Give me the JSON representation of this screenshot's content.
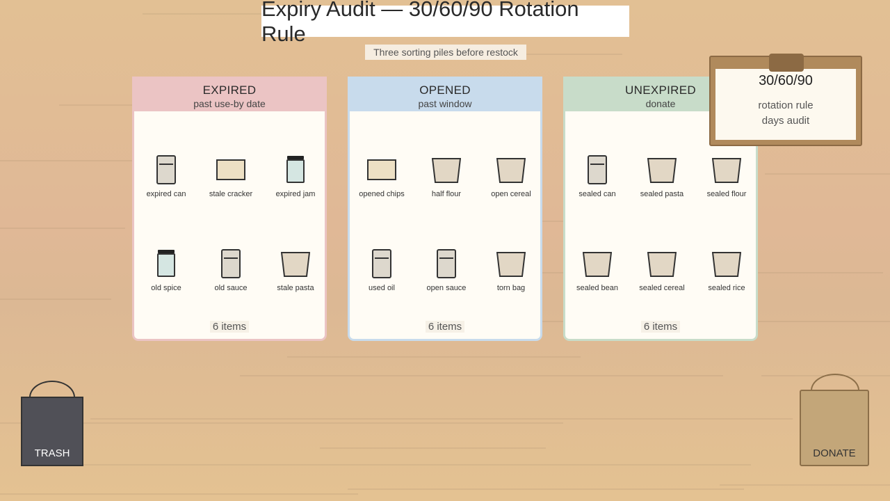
{
  "title": "Expiry Audit — 30/60/90 Rotation Rule",
  "subtitle": "Three sorting piles before restock",
  "piles": [
    {
      "name": "EXPIRED",
      "sub": "past use-by date",
      "count": "6 items",
      "items": [
        {
          "label": "expired can",
          "icon": "can-icon"
        },
        {
          "label": "stale cracker",
          "icon": "box-icon"
        },
        {
          "label": "expired jam",
          "icon": "jar-icon"
        },
        {
          "label": "old spice",
          "icon": "jar-icon"
        },
        {
          "label": "old sauce",
          "icon": "can-icon"
        },
        {
          "label": "stale pasta",
          "icon": "bag-icon"
        }
      ]
    },
    {
      "name": "OPENED",
      "sub": "past window",
      "count": "6 items",
      "items": [
        {
          "label": "opened chips",
          "icon": "box-icon"
        },
        {
          "label": "half flour",
          "icon": "bag-icon"
        },
        {
          "label": "open cereal",
          "icon": "bag-icon"
        },
        {
          "label": "used oil",
          "icon": "can-icon"
        },
        {
          "label": "open sauce",
          "icon": "can-icon"
        },
        {
          "label": "torn bag",
          "icon": "bag-icon"
        }
      ]
    },
    {
      "name": "UNEXPIRED",
      "sub": "donate",
      "count": "6 items",
      "items": [
        {
          "label": "sealed can",
          "icon": "can-icon"
        },
        {
          "label": "sealed pasta",
          "icon": "bag-icon"
        },
        {
          "label": "sealed flour",
          "icon": "bag-icon"
        },
        {
          "label": "sealed bean",
          "icon": "bag-icon"
        },
        {
          "label": "sealed cereal",
          "icon": "bag-icon"
        },
        {
          "label": "sealed rice",
          "icon": "bag-icon"
        }
      ]
    }
  ],
  "clipboard": {
    "heading": "30/60/90",
    "line1": "rotation rule",
    "line2": "days audit"
  },
  "bins": {
    "trash_label": "TRASH",
    "donate_label": "DONATE"
  },
  "colors": {
    "expired": "#ebc4c4",
    "opened": "#c8dbec",
    "unexpired": "#c8dcc9",
    "trash": "#505057",
    "donate": "#c3a679"
  }
}
